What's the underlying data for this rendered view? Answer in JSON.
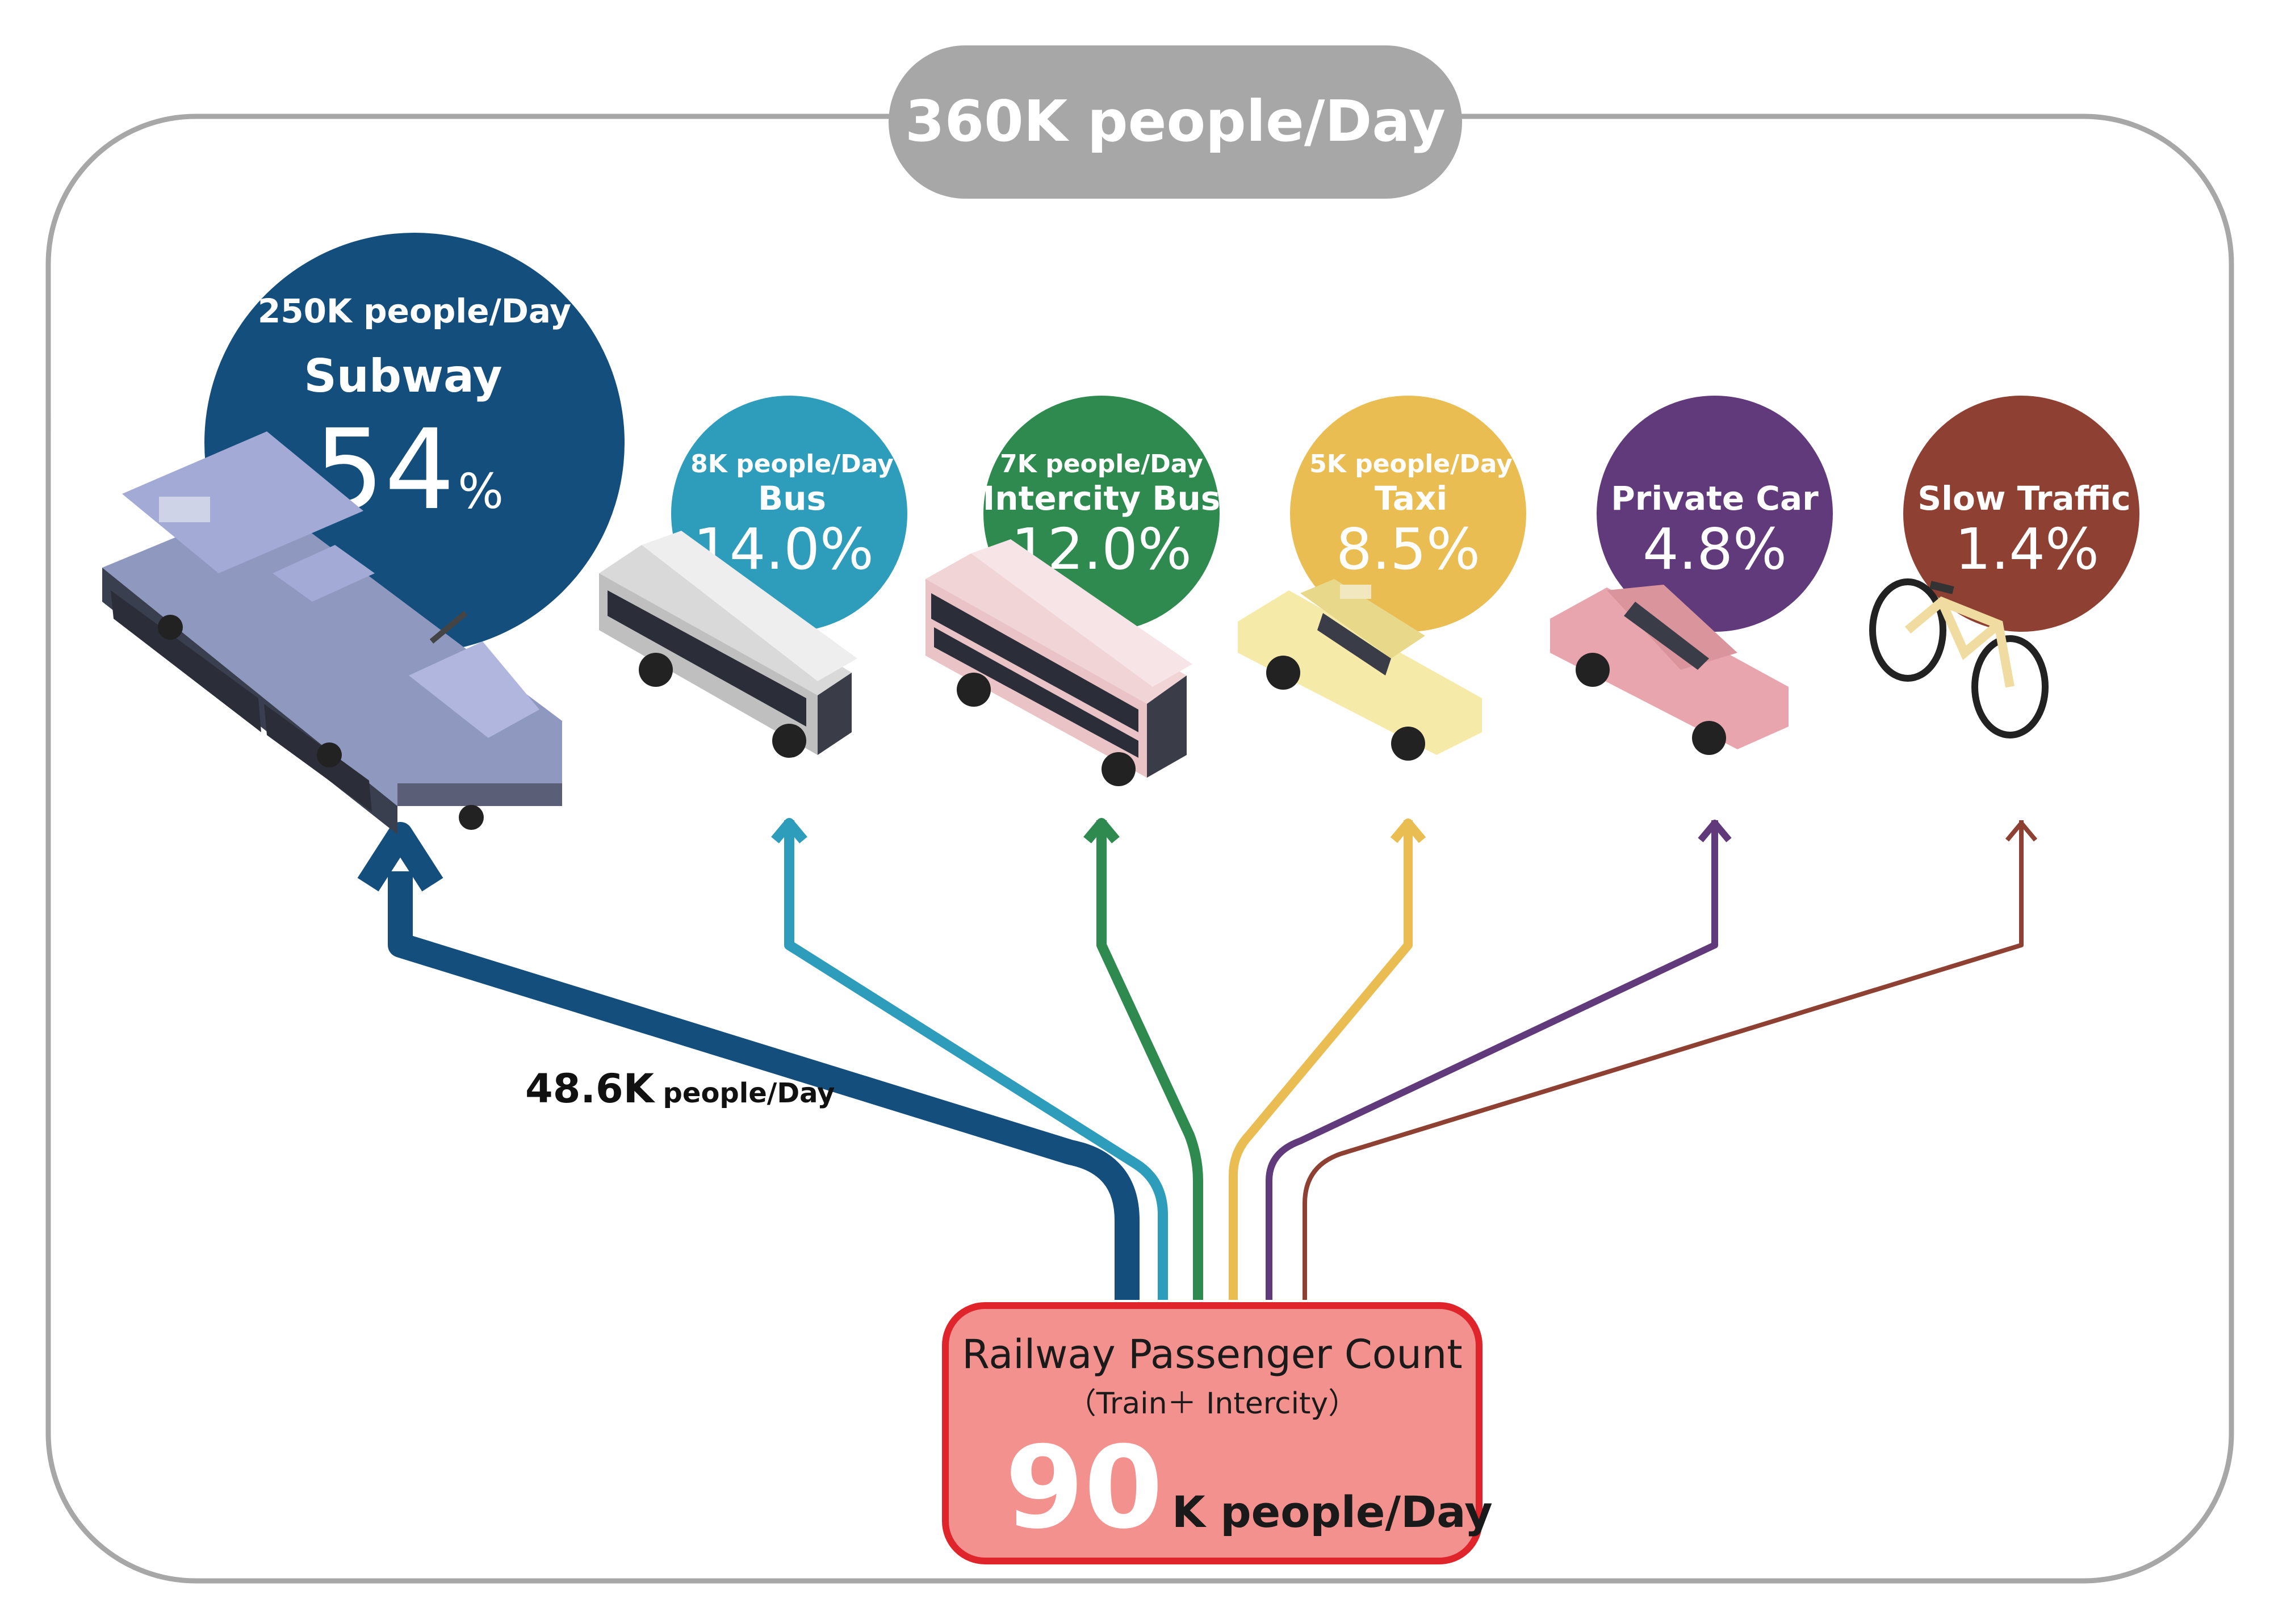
{
  "header": {
    "total": "360K people/Day"
  },
  "colors": {
    "subway": "#144e7c",
    "bus": "#2e9dbb",
    "intercity": "#2f8a4f",
    "taxi": "#e9bd52",
    "private_car": "#603a7b",
    "slow": "#8e4033",
    "frame": "#a7a7a7",
    "source_fill": "#f3918e",
    "source_border": "#e0242c"
  },
  "modes": {
    "subway": {
      "count": "250K people/Day",
      "name": "Subway",
      "share": "54",
      "unit": "%",
      "icon": "tram-icon"
    },
    "bus": {
      "count": "8K people/Day",
      "name": "Bus",
      "share": "14.0%",
      "icon": "bus-icon"
    },
    "intercity": {
      "count": "7K people/Day",
      "name": "Intercity Bus",
      "share": "12.0%",
      "icon": "coach-icon"
    },
    "taxi": {
      "count": "5K people/Day",
      "name": "Taxi",
      "share": "8.5%",
      "icon": "taxi-icon"
    },
    "private_car": {
      "name": "Private Car",
      "share": "4.8%",
      "icon": "car-icon"
    },
    "slow": {
      "name": "Slow Traffic",
      "share": "1.4%",
      "icon": "bicycle-icon"
    }
  },
  "flow": {
    "subway_value": "48.6K",
    "subway_unit": "people/Day"
  },
  "source": {
    "title": "Railway Passenger Count",
    "subtitle": "（Train＋ Intercity）",
    "value": "90",
    "unit": "K people/Day"
  }
}
